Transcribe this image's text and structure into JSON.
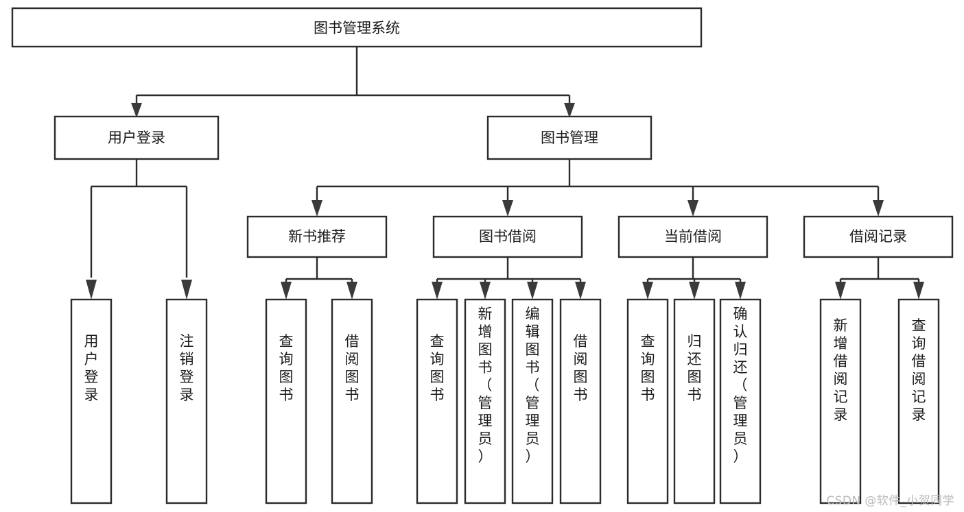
{
  "diagram": {
    "title": "图书管理系统",
    "type": "tree",
    "root": {
      "id": "root",
      "label": "图书管理系统",
      "orientation": "horizontal"
    },
    "level2": [
      {
        "id": "user-login",
        "label": "用户登录",
        "orientation": "horizontal"
      },
      {
        "id": "book-manage",
        "label": "图书管理",
        "orientation": "horizontal"
      }
    ],
    "level3": [
      {
        "id": "new-book-recommend",
        "label": "新书推荐",
        "orientation": "horizontal",
        "parent": "book-manage"
      },
      {
        "id": "book-borrow",
        "label": "图书借阅",
        "orientation": "horizontal",
        "parent": "book-manage"
      },
      {
        "id": "current-borrow",
        "label": "当前借阅",
        "orientation": "horizontal",
        "parent": "book-manage"
      },
      {
        "id": "borrow-record",
        "label": "借阅记录",
        "orientation": "horizontal",
        "parent": "book-manage"
      }
    ],
    "leaves": [
      {
        "id": "leaf-user-login",
        "label": "用户登录",
        "orientation": "vertical",
        "parent": "user-login"
      },
      {
        "id": "leaf-user-logout",
        "label": "注销登录",
        "orientation": "vertical",
        "parent": "user-login"
      },
      {
        "id": "leaf-query-book-1",
        "label": "查询图书",
        "orientation": "vertical",
        "parent": "new-book-recommend"
      },
      {
        "id": "leaf-borrow-book-1",
        "label": "借阅图书",
        "orientation": "vertical",
        "parent": "new-book-recommend"
      },
      {
        "id": "leaf-query-book-2",
        "label": "查询图书",
        "orientation": "vertical",
        "parent": "book-borrow"
      },
      {
        "id": "leaf-add-book",
        "label": "新增图书（管理员）",
        "orientation": "vertical",
        "parent": "book-borrow"
      },
      {
        "id": "leaf-edit-book",
        "label": "编辑图书（管理员）",
        "orientation": "vertical",
        "parent": "book-borrow"
      },
      {
        "id": "leaf-borrow-book-2",
        "label": "借阅图书",
        "orientation": "vertical",
        "parent": "book-borrow"
      },
      {
        "id": "leaf-query-book-3",
        "label": "查询图书",
        "orientation": "vertical",
        "parent": "current-borrow"
      },
      {
        "id": "leaf-return-book",
        "label": "归还图书",
        "orientation": "vertical",
        "parent": "current-borrow"
      },
      {
        "id": "leaf-confirm-return",
        "label": "确认归还（管理员）",
        "orientation": "vertical",
        "parent": "current-borrow"
      },
      {
        "id": "leaf-add-record",
        "label": "新增借阅记录",
        "orientation": "vertical",
        "parent": "borrow-record"
      },
      {
        "id": "leaf-query-record",
        "label": "查询借阅记录",
        "orientation": "vertical",
        "parent": "borrow-record"
      }
    ]
  },
  "watermark": {
    "text": "CSDN @软件_小贺同学"
  },
  "colors": {
    "box_stroke": "#2b2b2b",
    "box_fill": "#ffffff",
    "text": "#1a1a1a",
    "watermark": "#b9b9b9",
    "background": "#ffffff"
  }
}
